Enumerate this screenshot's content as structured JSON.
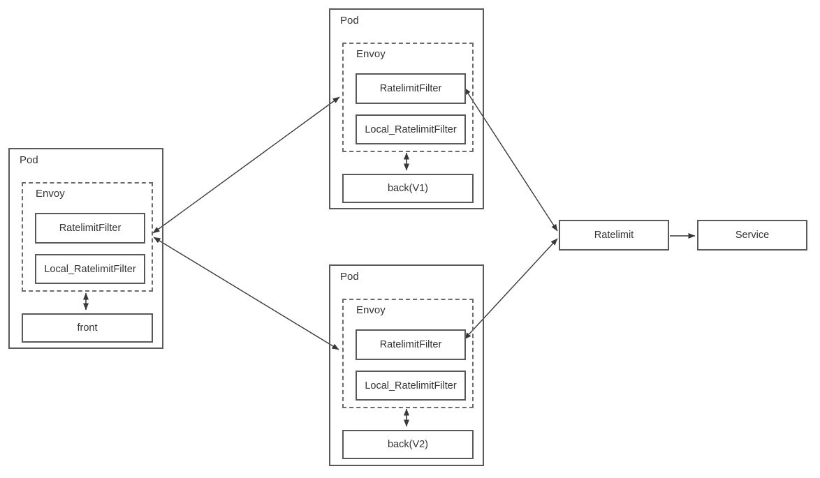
{
  "diagram": {
    "pods": [
      {
        "title": "Pod",
        "envoy_label": "Envoy",
        "filter1": "RatelimitFilter",
        "filter2": "Local_RatelimitFilter",
        "app": "front"
      },
      {
        "title": "Pod",
        "envoy_label": "Envoy",
        "filter1": "RatelimitFilter",
        "filter2": "Local_RatelimitFilter",
        "app": "back(V1)"
      },
      {
        "title": "Pod",
        "envoy_label": "Envoy",
        "filter1": "RatelimitFilter",
        "filter2": "Local_RatelimitFilter",
        "app": "back(V2)"
      }
    ],
    "nodes": {
      "ratelimit": "Ratelimit",
      "service": "Service"
    },
    "colors": {
      "box_border": "#595959",
      "dashed_border": "#6b6b6b",
      "arrow": "#383838",
      "text": "#333333",
      "background": "#ffffff"
    }
  }
}
